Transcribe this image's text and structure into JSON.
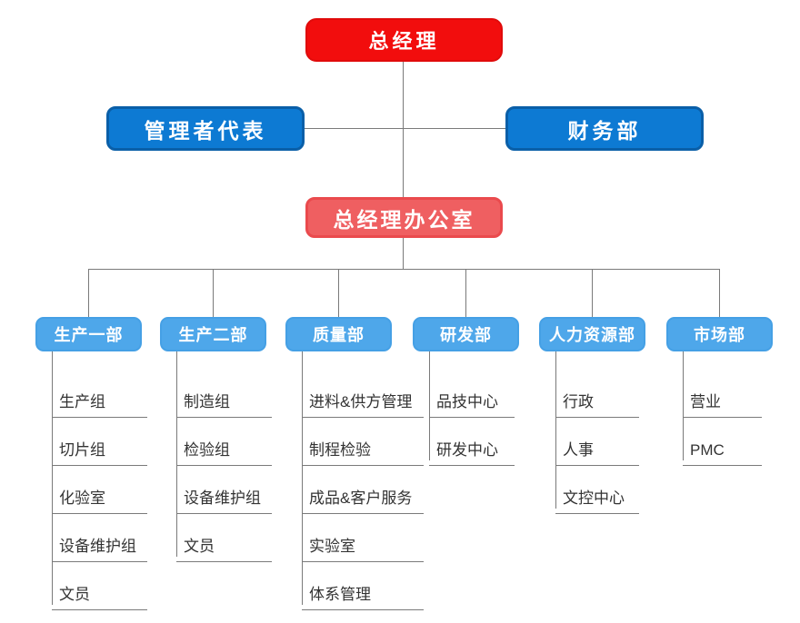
{
  "root": {
    "label": "总经理"
  },
  "level2": {
    "left": {
      "label": "管理者代表"
    },
    "right": {
      "label": "财务部"
    }
  },
  "office": {
    "label": "总经理办公室"
  },
  "departments": [
    {
      "label": "生产一部",
      "items": [
        "生产组",
        "切片组",
        "化验室",
        "设备维护组",
        "文员"
      ]
    },
    {
      "label": "生产二部",
      "items": [
        "制造组",
        "检验组",
        "设备维护组",
        "文员"
      ]
    },
    {
      "label": "质量部",
      "items": [
        "进料&供方管理",
        "制程检验",
        "成品&客户服务",
        "实验室",
        "体系管理"
      ]
    },
    {
      "label": "研发部",
      "items": [
        "品技中心",
        "研发中心"
      ]
    },
    {
      "label": "人力资源部",
      "items": [
        "行政",
        "人事",
        "文控中心"
      ]
    },
    {
      "label": "市场部",
      "items": [
        "营业",
        "PMC"
      ]
    }
  ],
  "colors": {
    "root_fill": "#f20d0d",
    "root_border": "#e00b0b",
    "level2_fill": "#0d7ad3",
    "level2_border": "#0a5fa8",
    "office_fill": "#ef5f61",
    "office_border": "#ea4a4d",
    "dept_fill": "#4ea7ea",
    "dept_border": "#45a0e5",
    "connector_line": "#7a7a7a",
    "box_text": "#ffffff",
    "item_text": "#333333"
  }
}
